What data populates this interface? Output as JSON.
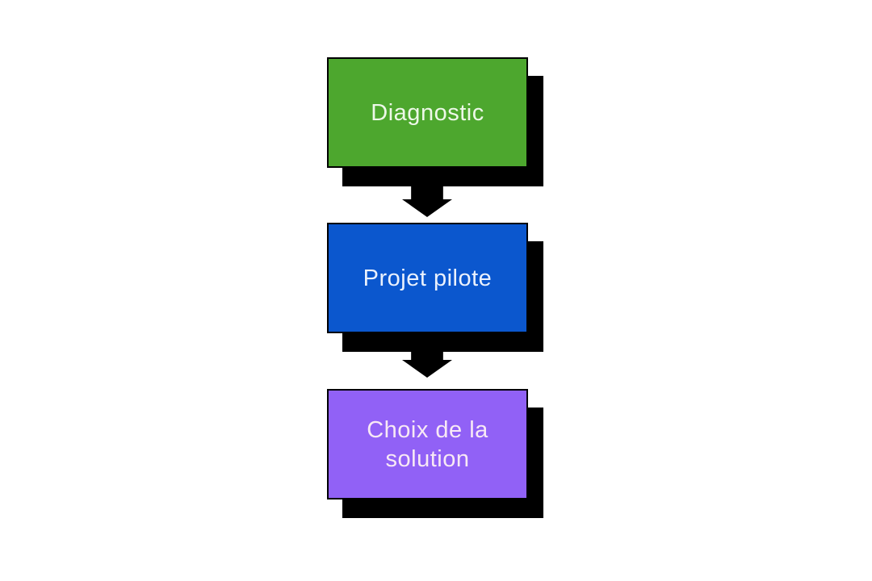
{
  "diagram": {
    "background_color": "#ffffff",
    "border_color": "#000000",
    "shadow_color": "#000000",
    "steps": [
      {
        "label": "Diagnostic",
        "fill": "#4DA72E",
        "text_color": "#EDF8E8"
      },
      {
        "label": "Projet pilote",
        "fill": "#0B57CE",
        "text_color": "#EAF1FD"
      },
      {
        "label": "Choix de la solution",
        "fill": "#9161F6",
        "text_color": "#F8E9F5"
      }
    ],
    "connectors": [
      {
        "icon": "down-arrow",
        "color": "#000000"
      },
      {
        "icon": "down-arrow",
        "color": "#000000"
      }
    ]
  }
}
